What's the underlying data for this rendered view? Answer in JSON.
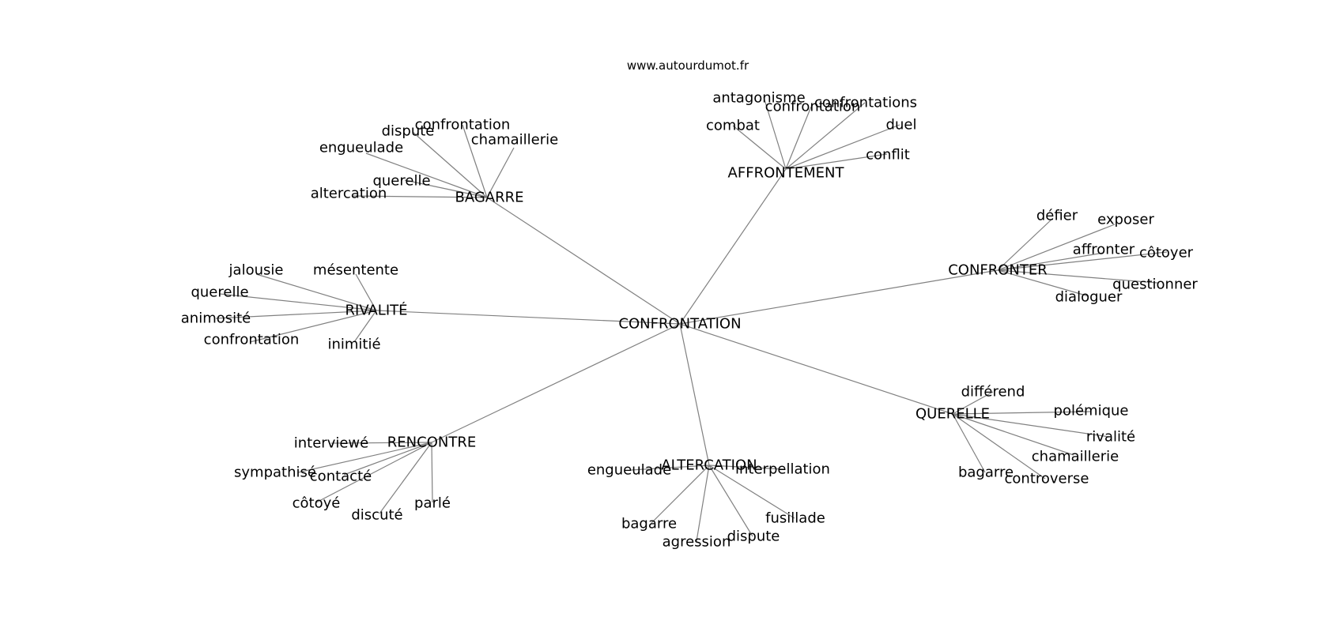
{
  "site_label": "www.autourdumot.fr",
  "center": "CONFRONTATION",
  "clusters": [
    {
      "id": "bagarre",
      "label": "BAGARRE",
      "leaves": [
        "confrontation",
        "dispute",
        "chamaillerie",
        "engueulade",
        "querelle",
        "altercation"
      ]
    },
    {
      "id": "affrontement",
      "label": "AFFRONTEMENT",
      "leaves": [
        "antagonisme",
        "confrontation",
        "confrontations",
        "combat",
        "duel",
        "conflit"
      ]
    },
    {
      "id": "confronter",
      "label": "CONFRONTER",
      "leaves": [
        "défier",
        "exposer",
        "affronter",
        "côtoyer",
        "questionner",
        "dialoguer"
      ]
    },
    {
      "id": "rivalite",
      "label": "RIVALITÉ",
      "leaves": [
        "jalousie",
        "mésentente",
        "querelle",
        "animosité",
        "confrontation",
        "inimitié"
      ]
    },
    {
      "id": "querelle",
      "label": "QUERELLE",
      "leaves": [
        "différend",
        "polémique",
        "rivalité",
        "chamaillerie",
        "bagarre",
        "controverse"
      ]
    },
    {
      "id": "rencontre",
      "label": "RENCONTRE",
      "leaves": [
        "interviewé",
        "sympathisé",
        "contacté",
        "côtoyé",
        "discuté",
        "parlé"
      ]
    },
    {
      "id": "altercation",
      "label": "ALTERCATION",
      "leaves": [
        "engueulade",
        "interpellation",
        "bagarre",
        "fusillade",
        "agression",
        "dispute"
      ]
    }
  ]
}
